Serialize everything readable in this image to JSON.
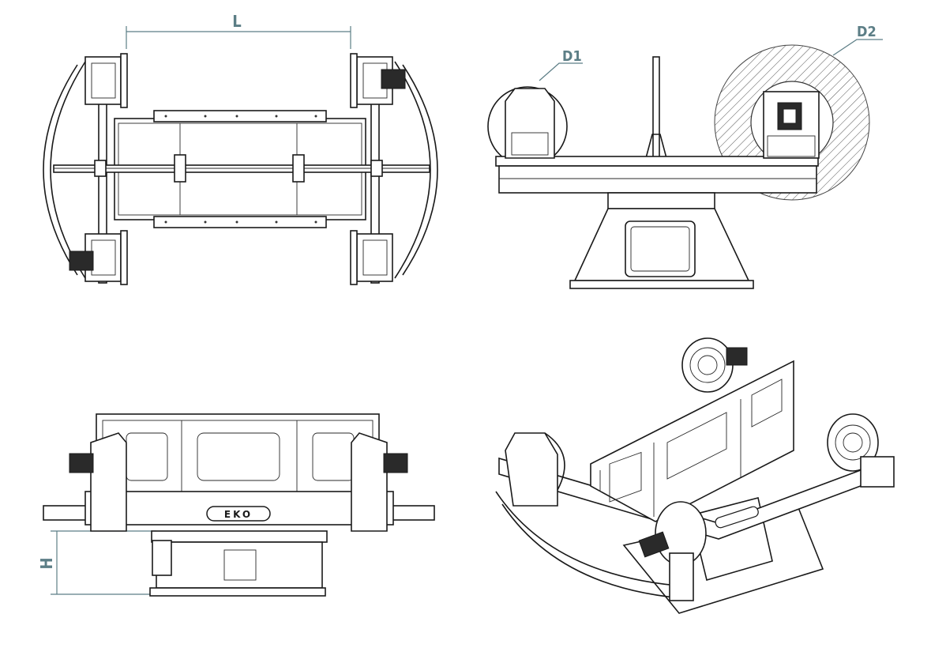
{
  "labels": {
    "length": "L",
    "height": "H",
    "diameter_1": "D1",
    "diameter_2": "D2",
    "logo": "EKO"
  },
  "colors": {
    "dimension": "#5c7e86",
    "line": "#1a1a1a",
    "background": "#ffffff"
  }
}
